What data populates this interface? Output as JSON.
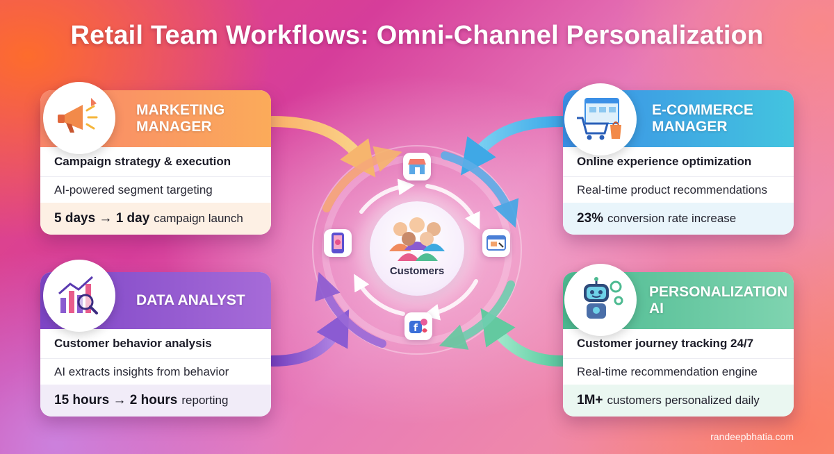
{
  "title": "Retail Team Workflows: Omni-Channel Personalization",
  "hub": {
    "label": "Customers"
  },
  "cards": {
    "marketing": {
      "role": "MARKETING\nMANAGER",
      "task": "Campaign strategy & execution",
      "ai": "AI-powered segment targeting",
      "metric_bold": "5 days → 1 day",
      "metric_rest": "campaign launch",
      "color": "#f9866a"
    },
    "ecommerce": {
      "role": "E-COMMERCE\nMANAGER",
      "task": "Online experience optimization",
      "ai": "Real-time product recommendations",
      "metric_bold": "23%",
      "metric_rest": "conversion rate increase",
      "color": "#3b8fe6"
    },
    "analyst": {
      "role": "DATA ANALYST",
      "task": "Customer behavior analysis",
      "ai": "AI extracts insights from behavior",
      "metric_bold": "15 hours → 2 hours",
      "metric_rest": "reporting",
      "color": "#7e46c6"
    },
    "personalization": {
      "role": "PERSONALIZATION AI",
      "task": "Customer journey tracking 24/7",
      "ai": "Real-time recommendation engine",
      "metric_bold": "1M+",
      "metric_rest": "customers personalized daily",
      "color": "#4dba91"
    }
  },
  "icons": {
    "marketing": "megaphone-icon",
    "ecommerce": "shopping-cart-icon",
    "analyst": "chart-magnifier-icon",
    "personalization": "robot-icon",
    "hub": "people-group-icon",
    "channels": [
      "storefront-icon",
      "browser-icon",
      "social-media-icon",
      "mobile-phone-icon"
    ]
  },
  "credit": "randeepbhatia.com"
}
